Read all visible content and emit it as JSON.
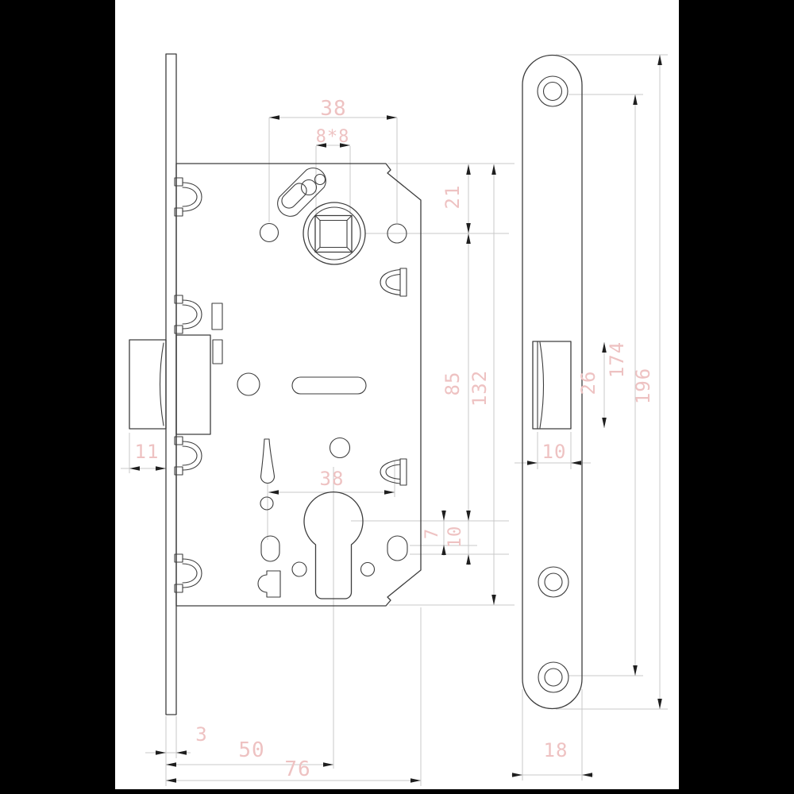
{
  "colors": {
    "line": "#3d3d3d",
    "dim": "#c9c9c9",
    "arrow": "#1f1f1f",
    "dimtext": "#eec2c2",
    "band": "#000000",
    "bg": "#ffffff"
  },
  "dimensions": {
    "top_hole_span": "38",
    "spindle_square": "8*8",
    "edge_to_spindle": "21",
    "spindle_to_cylinder": "85",
    "case_height": "132",
    "mid_hole_span": "38",
    "offset_seven": "7",
    "offset_ten": "10",
    "latch_projection": "11",
    "plate_thickness": "3",
    "backset": "50",
    "case_depth": "76",
    "cutout_height": "26",
    "cutout_width": "10",
    "screw_span": "174",
    "plate_length": "196",
    "plate_width": "18"
  }
}
